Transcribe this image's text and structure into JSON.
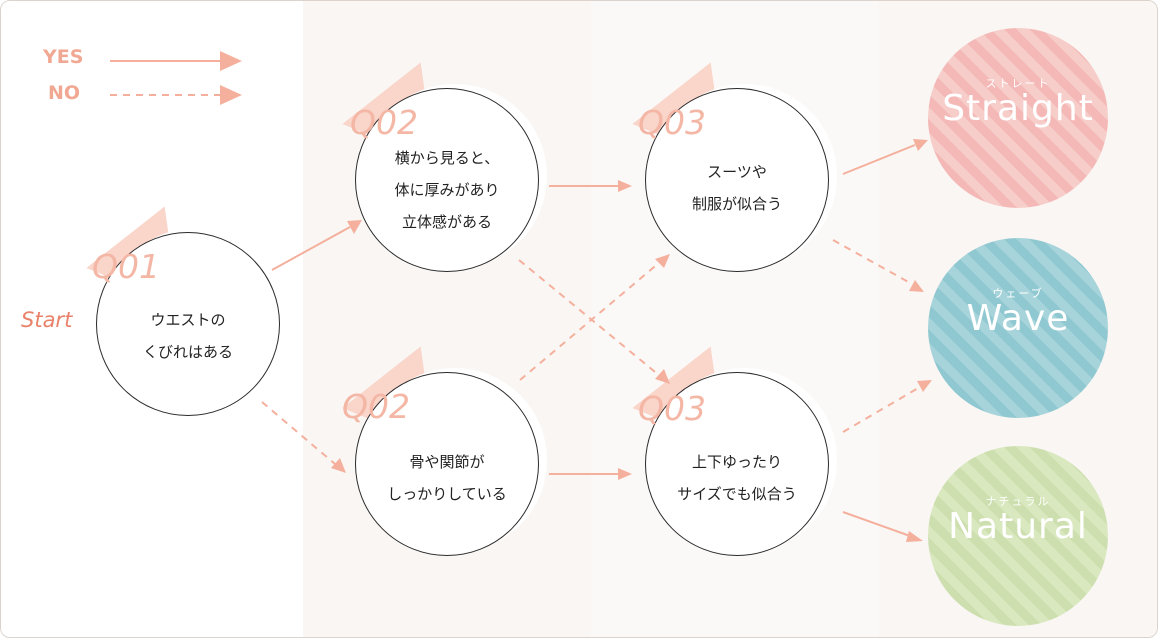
{
  "legend": {
    "yes": "YES",
    "no": "NO"
  },
  "start_label": "Start",
  "questions": {
    "q1": {
      "label": "Q01",
      "lines": [
        "ウエストの",
        "くびれはある"
      ]
    },
    "q2_top": {
      "label": "Q02",
      "lines": [
        "横から見ると、",
        "体に厚みがあり",
        "立体感がある"
      ]
    },
    "q2_bottom": {
      "label": "Q02",
      "lines": [
        "骨や関節が",
        "しっかりしている"
      ]
    },
    "q3_top": {
      "label": "Q03",
      "lines": [
        "スーツや",
        "制服が似合う"
      ]
    },
    "q3_bottom": {
      "label": "Q03",
      "lines": [
        "上下ゆったり",
        "サイズでも似合う"
      ]
    }
  },
  "results": {
    "straight": {
      "kana": "ストレート",
      "name": "Straight",
      "color": "#f4b9b7",
      "stripe": "#f7cdca"
    },
    "wave": {
      "kana": "ウェーブ",
      "name": "Wave",
      "color": "#8fc8d0",
      "stripe": "#a6d4da"
    },
    "natural": {
      "kana": "ナチュラル",
      "name": "Natural",
      "color": "#cddfae",
      "stripe": "#d9e8bf"
    }
  },
  "colors": {
    "arrow": "#f4b09d",
    "triangle": "#f9d5ca"
  }
}
